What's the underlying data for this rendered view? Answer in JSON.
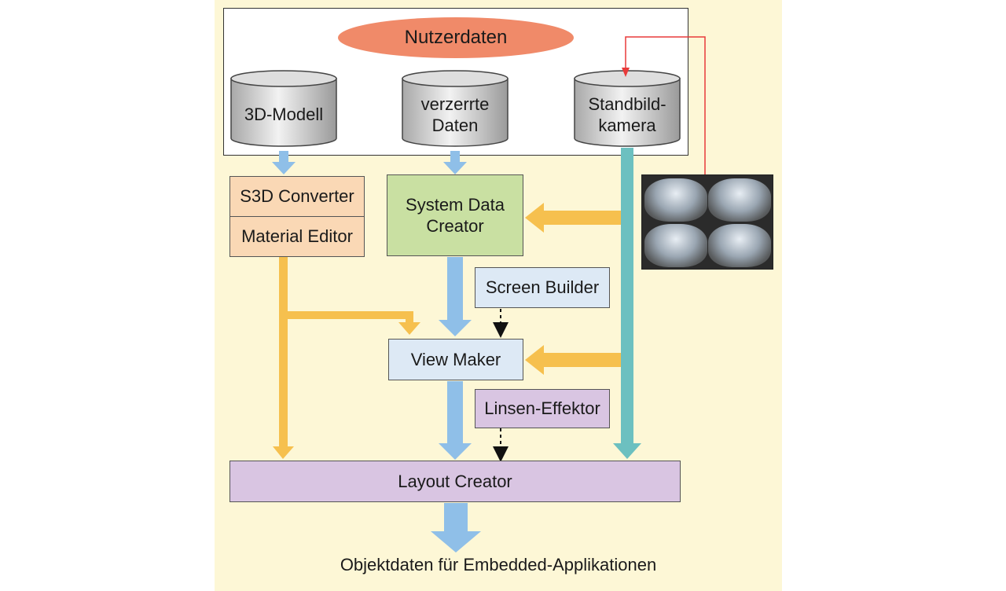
{
  "diagram": {
    "nutzerdaten": "Nutzerdaten",
    "cylinders": {
      "modell": "3D-Modell",
      "verzerrte_daten": "verzerrte\nDaten",
      "standbildkamera": "Standbild-\nkamera"
    },
    "boxes": {
      "s3d_converter": "S3D Converter",
      "material_editor": "Material Editor",
      "system_data_creator": "System Data\nCreator",
      "screen_builder": "Screen Builder",
      "view_maker": "View Maker",
      "linsen_effektor": "Linsen-Effektor",
      "layout_creator": "Layout Creator"
    },
    "output": "Objektdaten für Embedded-Applikationen",
    "photo_description_icon": "camera-photo-icon",
    "colors": {
      "background_panel": "#fdf7d6",
      "orange_box": "#fad8b5",
      "green_box": "#c9e0a2",
      "blue_box": "#dde9f5",
      "purple_box": "#d9c5e2",
      "ellipse": "#f08a69",
      "arrow_blue": "#8fbfe8",
      "arrow_orange": "#f6c04e",
      "arrow_teal": "#6cc0c0",
      "arrow_red": "#e83a3a"
    }
  }
}
